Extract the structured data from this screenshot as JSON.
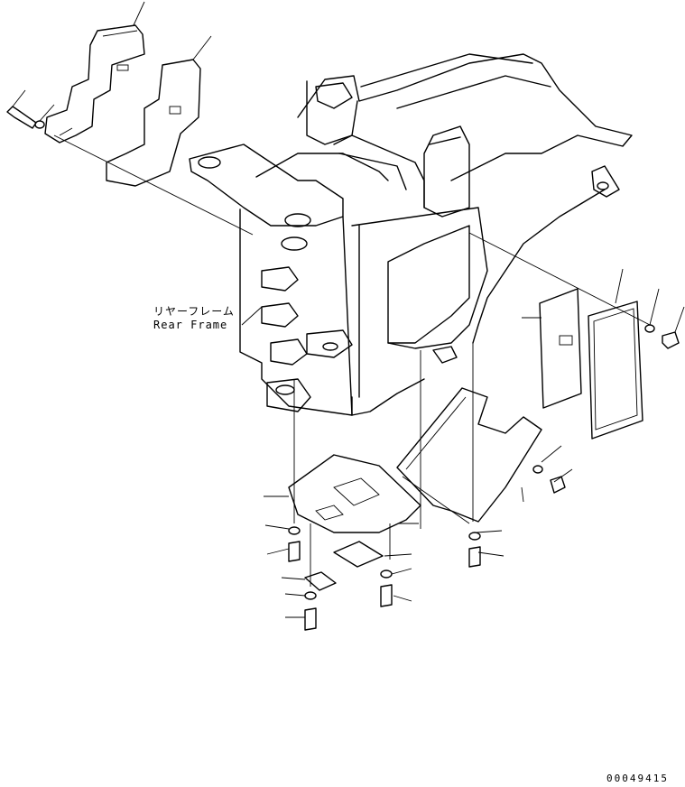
{
  "label": {
    "jp": "リヤーフレーム",
    "en": "Rear Frame"
  },
  "drawing_code": "00049415"
}
